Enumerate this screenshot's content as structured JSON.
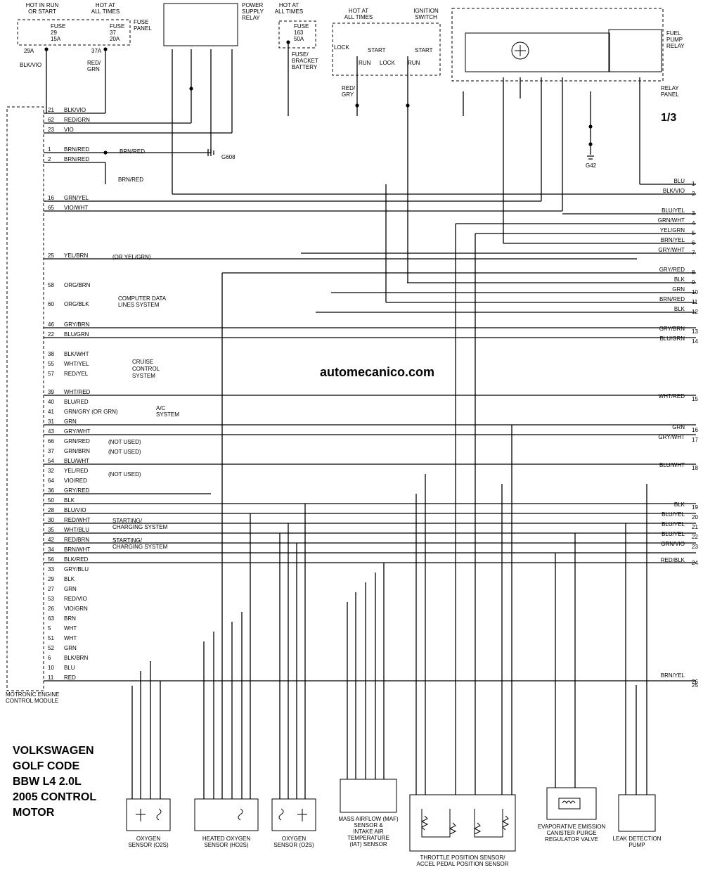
{
  "title_block": [
    "VOLKSWAGEN",
    "GOLF CODE",
    "BBW L4 2.0L",
    "2005 CONTROL",
    "MOTOR"
  ],
  "watermark": "automecanico.com",
  "page_number": "1/3",
  "top": {
    "hot_run_start": [
      "HOT IN RUN",
      "OR START"
    ],
    "hot_all_times": [
      "HOT AT",
      "ALL TIMES"
    ],
    "fuse_panel": [
      "FUSE",
      "PANEL"
    ],
    "fuse29": [
      "FUSE",
      "29",
      "15A"
    ],
    "fuse37": [
      "FUSE",
      "37",
      "20A"
    ],
    "fuse163": [
      "FUSE",
      "163",
      "50A"
    ],
    "fuse_bracket": [
      "FUSE/",
      "BRACKET",
      "BATTERY"
    ],
    "power_relay": [
      "POWER",
      "SUPPLY",
      "RELAY"
    ],
    "ignition_switch": [
      "IGNITION",
      "SWITCH"
    ],
    "fuel_pump_relay": [
      "FUEL",
      "PUMP",
      "RELAY"
    ],
    "relay_panel": [
      "RELAY",
      "PANEL"
    ]
  },
  "ecm_label": [
    "MOTRONIC ENGINE",
    "CONTROL MODULE"
  ],
  "ecm_pins": [
    {
      "pin": "21",
      "wire": "BLK/VIO"
    },
    {
      "pin": "62",
      "wire": "RED/GRN"
    },
    {
      "pin": "23",
      "wire": "VIO"
    },
    {
      "pin": "1",
      "wire": "BRN/RED"
    },
    {
      "pin": "2",
      "wire": "BRN/RED"
    },
    {
      "pin": "16",
      "wire": "GRN/YEL"
    },
    {
      "pin": "65",
      "wire": "VIO/WHT"
    },
    {
      "pin": "25",
      "wire": "YEL/BRN"
    },
    {
      "pin": "58",
      "wire": "ORG/BRN"
    },
    {
      "pin": "60",
      "wire": "ORG/BLK"
    },
    {
      "pin": "46",
      "wire": "GRY/BRN"
    },
    {
      "pin": "22",
      "wire": "BLU/GRN"
    },
    {
      "pin": "38",
      "wire": "BLK/WHT"
    },
    {
      "pin": "55",
      "wire": "WHT/YEL"
    },
    {
      "pin": "57",
      "wire": "RED/YEL"
    },
    {
      "pin": "39",
      "wire": "WHT/RED"
    },
    {
      "pin": "40",
      "wire": "BLU/RED"
    },
    {
      "pin": "41",
      "wire": "GRN/GRY (OR GRN)"
    },
    {
      "pin": "31",
      "wire": "GRN"
    },
    {
      "pin": "43",
      "wire": "GRY/WHT"
    },
    {
      "pin": "66",
      "wire": "GRN/RED"
    },
    {
      "pin": "37",
      "wire": "GRN/BRN"
    },
    {
      "pin": "54",
      "wire": "BLU/WHT"
    },
    {
      "pin": "32",
      "wire": "YEL/RED"
    },
    {
      "pin": "64",
      "wire": "VIO/RED"
    },
    {
      "pin": "36",
      "wire": "GRY/RED"
    },
    {
      "pin": "50",
      "wire": "BLK"
    },
    {
      "pin": "28",
      "wire": "BLU/VIO"
    },
    {
      "pin": "30",
      "wire": "RED/WHT"
    },
    {
      "pin": "35",
      "wire": "WHT/BLU"
    },
    {
      "pin": "42",
      "wire": "RED/BRN"
    },
    {
      "pin": "34",
      "wire": "BRN/WHT"
    },
    {
      "pin": "56",
      "wire": "BLK/RED"
    },
    {
      "pin": "33",
      "wire": "GRY/BLU"
    },
    {
      "pin": "29",
      "wire": "BLK"
    },
    {
      "pin": "27",
      "wire": "GRN"
    },
    {
      "pin": "53",
      "wire": "RED/VIO"
    },
    {
      "pin": "26",
      "wire": "VIO/GRN"
    },
    {
      "pin": "63",
      "wire": "BRN"
    },
    {
      "pin": "5",
      "wire": "WHT"
    },
    {
      "pin": "51",
      "wire": "WHT"
    },
    {
      "pin": "52",
      "wire": "GRN"
    },
    {
      "pin": "6",
      "wire": "BLK/BRN"
    },
    {
      "pin": "10",
      "wire": "BLU"
    },
    {
      "pin": "11",
      "wire": "RED"
    }
  ],
  "groups": {
    "data_lines": [
      "COMPUTER DATA",
      "LINES SYSTEM"
    ],
    "cruise": [
      "CRUISE",
      "CONTROL",
      "SYSTEM"
    ],
    "ac": [
      "A/C",
      "SYSTEM"
    ],
    "charging": [
      "STARTING/",
      "CHARGING SYSTEM"
    ],
    "not_used": "(NOT USED)",
    "or_yel_grn": "(OR YEL/GRN)",
    "ground_g608": "G608",
    "ground_g42": "G42"
  },
  "right_refs": [
    {
      "n": "1",
      "wire": "BLU"
    },
    {
      "n": "2",
      "wire": "BLK/VIO"
    },
    {
      "n": "3",
      "wire": "BLU/YEL"
    },
    {
      "n": "4",
      "wire": "GRN/WHT"
    },
    {
      "n": "5",
      "wire": "YEL/GRN"
    },
    {
      "n": "6",
      "wire": "BRN/YEL"
    },
    {
      "n": "7",
      "wire": "GRY/WHT"
    },
    {
      "n": "8",
      "wire": "GRY/RED"
    },
    {
      "n": "9",
      "wire": "BLK"
    },
    {
      "n": "10",
      "wire": "GRN"
    },
    {
      "n": "11",
      "wire": "BRN/RED"
    },
    {
      "n": "12",
      "wire": "BLK"
    },
    {
      "n": "13",
      "wire": "GRY/BRN"
    },
    {
      "n": "14",
      "wire": "BLU/GRN"
    },
    {
      "n": "15",
      "wire": "WHT/RED"
    },
    {
      "n": "16",
      "wire": "GRN"
    },
    {
      "n": "17",
      "wire": "GRY/WHT"
    },
    {
      "n": "18",
      "wire": "BLU/WHT"
    },
    {
      "n": "19",
      "wire": "BLK"
    },
    {
      "n": "20",
      "wire": "BLU/YEL"
    },
    {
      "n": "21",
      "wire": "BLU/YEL"
    },
    {
      "n": "22",
      "wire": "BLU/YEL"
    },
    {
      "n": "23",
      "wire": "GRN/VIO"
    },
    {
      "n": "24",
      "wire": "RED/BLK"
    },
    {
      "n": "25",
      "wire": ""
    },
    {
      "n": "26",
      "wire": "BRN/YEL"
    }
  ],
  "components": {
    "o2s_left": [
      "OXYGEN",
      "SENSOR (O2S)"
    ],
    "ho2s": [
      "HEATED OXYGEN",
      "SENSOR (HO2S)"
    ],
    "o2s_right": [
      "OXYGEN",
      "SENSOR (O2S)"
    ],
    "maf": [
      "MASS AIRFLOW (MAF)",
      "SENSOR &",
      "INTAKE AIR",
      "TEMPERATURE",
      "(IAT) SENSOR"
    ],
    "tps": [
      "THROTTLE POSITION SENSOR/",
      "ACCEL PEDAL POSITION SENSOR"
    ],
    "evap": [
      "EVAPORATIVE EMISSION",
      "CANISTER PURGE",
      "REGULATOR VALVE"
    ],
    "ldp": [
      "LEAK DETECTION",
      "PUMP"
    ]
  }
}
